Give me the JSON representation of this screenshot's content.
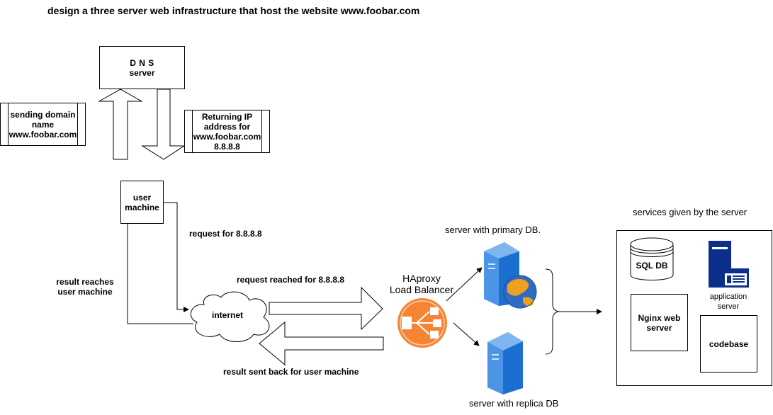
{
  "title": "design a three server web infrastructure that host the website www.foobar.com",
  "dns_box": {
    "line1": "D N S",
    "line2": "server"
  },
  "sending_box": "sending domain\nname\nwww.foobar.com",
  "returning_box": "Returning IP\naddress for\nwww.foobar.com\n8.8.8.8",
  "user_machine": {
    "line1": "user",
    "line2": "machine"
  },
  "request_label": "request  for 8.8.8.8",
  "result_reaches_label": {
    "line1": "result reaches",
    "line2": "user machine"
  },
  "internet_label": "internet",
  "request_reached_label": "request reached for 8.8.8.8",
  "result_sent_label": "result sent back for user machine",
  "load_balancer_label": {
    "line1": "HAproxy",
    "line2": "Load Balancer"
  },
  "primary_server_label": "server with primary DB.",
  "replica_server_label": "server with replica DB",
  "services_title": "services given by the server",
  "services": {
    "sql_db": "SQL DB",
    "application_server": {
      "line1": "application",
      "line2": "server"
    },
    "nginx": {
      "line1": "Nginx web",
      "line2": "server"
    },
    "codebase": "codebase"
  },
  "colors": {
    "load_balancer": "#f58534",
    "server_blue": "#1a6fd1",
    "globe_orange": "#f0a020",
    "globe_blue": "#2d6cc0",
    "app_server_blue": "#0b2f8a"
  }
}
